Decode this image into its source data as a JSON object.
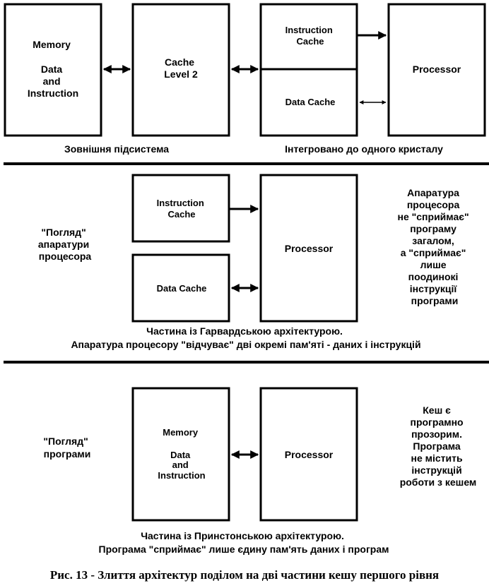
{
  "section1": {
    "memory": [
      "Memory",
      "",
      "Data",
      "and",
      "Instruction"
    ],
    "cache_l2": [
      "Cache",
      "Level 2"
    ],
    "instruction_cache": [
      "Instruction",
      "Cache"
    ],
    "data_cache": "Data Cache",
    "processor": "Processor",
    "caption_left": "Зовнішня підсистема",
    "caption_right": "Інтегровано до одного кристалу"
  },
  "section2": {
    "view_label": [
      "\"Погляд\"",
      "апаратури",
      "процесора"
    ],
    "instruction_cache": [
      "Instruction",
      "Cache"
    ],
    "data_cache": "Data Cache",
    "processor": "Processor",
    "note": [
      "Апаратура",
      "процесора",
      "не \"сприймає\"",
      "програму",
      "загалом,",
      "а \"сприймає\"",
      "лише",
      "поодинокі",
      "інструкції",
      "програми"
    ],
    "caption": [
      "Частина із Гарвардською архітектурою.",
      "Апаратура процесору \"відчуває\" дві окремі пам'яті - даних і інструкцій"
    ]
  },
  "section3": {
    "view_label": [
      "\"Погляд\"",
      "програми"
    ],
    "memory": [
      "Memory",
      "",
      "Data",
      "and",
      "Instruction"
    ],
    "processor": "Processor",
    "note": [
      "Кеш є",
      "програмно",
      "прозорим.",
      "Програма",
      "не містить",
      "інструкцій",
      "роботи з кешем"
    ],
    "caption": [
      "Частина із Принстонською архітектурою.",
      "Програма \"сприймає\" лише єдину пам'ять даних і програм"
    ]
  },
  "figure_caption": "Рис. 13 - Злиття архітектур поділом на дві частини кешу першого рівня"
}
